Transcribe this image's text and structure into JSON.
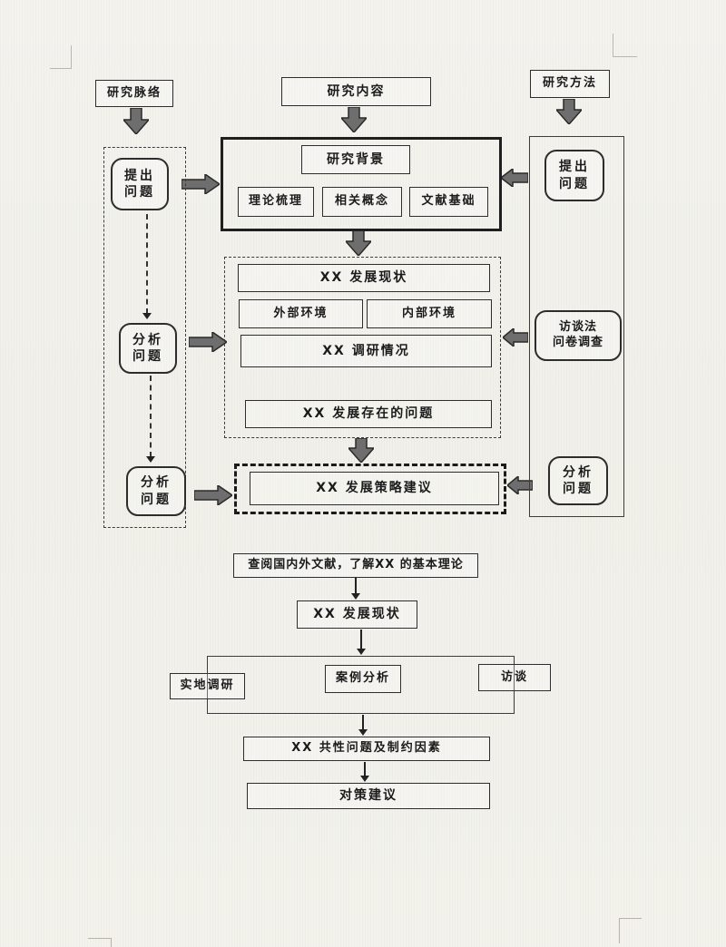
{
  "colors": {
    "paper": "#f2f1ec",
    "line": "#2d2d2d",
    "arrow_fill": "#6e6e6e",
    "arrow_stroke": "#2a2a2a"
  },
  "icons": {
    "block_arrow_down": "thick-gray-down-arrow",
    "block_arrow_right": "thick-gray-right-arrow",
    "block_arrow_left": "thick-gray-left-arrow",
    "thin_arrow_down": "line-arrow-down",
    "dashed_arrow_down": "dashed-line-arrow-down"
  },
  "top_row": {
    "research_thread": "研究脉络",
    "research_content": "研究内容",
    "research_method": "研究方法"
  },
  "left_track": {
    "raise_question": {
      "line1": "提出",
      "line2": "问题"
    },
    "analyze_question_1": {
      "line1": "分析",
      "line2": "问题"
    },
    "analyze_question_2": {
      "line1": "分析",
      "line2": "问题"
    }
  },
  "background_block": {
    "title": "研究背景",
    "theory": "理论梳理",
    "concepts": "相关概念",
    "literature": "文献基础"
  },
  "status_block": {
    "title": "XX 发展现状",
    "external_env": "外部环境",
    "internal_env": "内部环境",
    "survey": "XX 调研情况",
    "problems": "XX 发展存在的问题"
  },
  "strategy_block": {
    "label": "XX 发展策略建议"
  },
  "right_track": {
    "raise_question": {
      "line1": "提出",
      "line2": "问题"
    },
    "methods": {
      "line1": "访谈法",
      "line2": "问卷调查"
    },
    "analyze_question": {
      "line1": "分析",
      "line2": "问题"
    }
  },
  "bottom_flow": {
    "literature_review": "查阅国内外文献，了解XX 的基本理论",
    "status": "XX 发展现状",
    "field_research": "实地调研",
    "case_analysis": "案例分析",
    "interview": "访谈",
    "common_problems": "XX 共性问题及制约因素",
    "suggestions": "对策建议"
  }
}
